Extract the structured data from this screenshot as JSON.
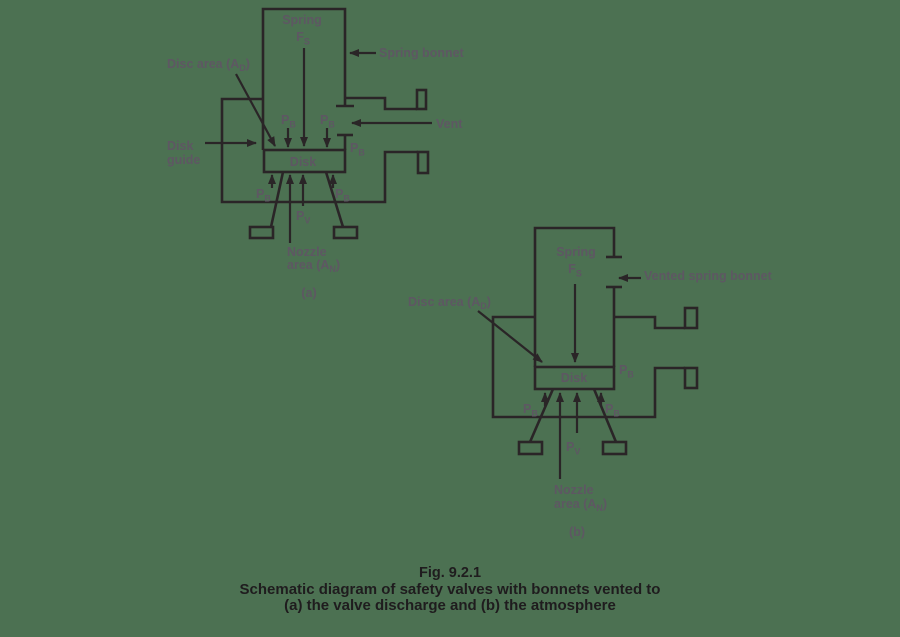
{
  "colors": {
    "background": "#4c7152",
    "line": "#2a2527",
    "label": "#5e5763",
    "caption": "#1f1c1e"
  },
  "symbols": {
    "pressure": "P",
    "back_pressure_sub": "B",
    "vessel_pressure_sub": "V",
    "spring_force": "F",
    "spring_force_sub": "S"
  },
  "diagram_a": {
    "tag": "(a)",
    "spring": "Spring",
    "spring_bonnet": "Spring bonnet",
    "vent": "Vent",
    "disk_guide_line1": "Disk",
    "disk_guide_line2": "guide",
    "disc_area_prefix": "Disc area (A",
    "disc_area_sub": "D",
    "disc_area_close": ")",
    "disk": "Disk",
    "nozzle_line1": "Nozzle",
    "nozzle_area_prefix": "area (A",
    "nozzle_area_sub": "N",
    "nozzle_area_close": ")"
  },
  "diagram_b": {
    "tag": "(b)",
    "spring": "Spring",
    "vented_spring_bonnet": "Vented spring bonnet",
    "disc_area_prefix": "Disc area (A",
    "disc_area_sub": "D",
    "disc_area_close": ")",
    "disk": "Disk",
    "nozzle_line1": "Nozzle",
    "nozzle_area_prefix": "area (A",
    "nozzle_area_sub": "N",
    "nozzle_area_close": ")"
  },
  "caption": {
    "title": "Fig. 9.2.1",
    "line1": "Schematic diagram of safety valves with bonnets vented to",
    "line2": "(a) the valve discharge and (b) the atmosphere"
  }
}
